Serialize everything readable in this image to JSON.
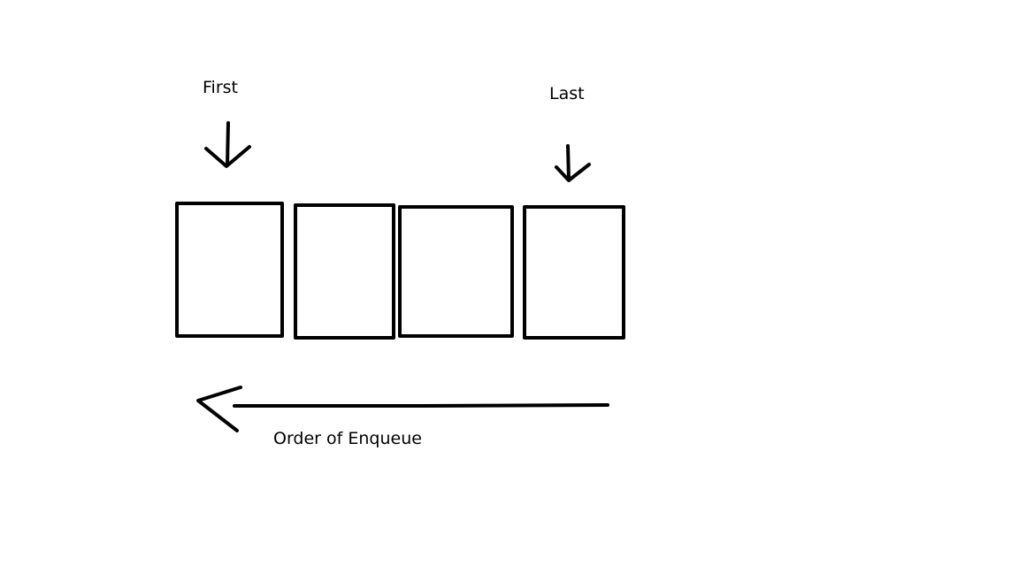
{
  "labels": {
    "first": "First",
    "last": "Last",
    "order": "Order of Enqueue"
  },
  "queue": {
    "slot_count": 4
  },
  "colors": {
    "background": "#ffffff",
    "ink": "#000000"
  }
}
